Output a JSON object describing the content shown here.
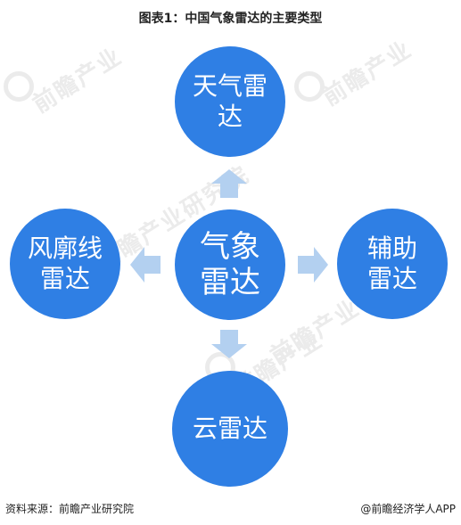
{
  "title": "图表1：中国气象雷达的主要类型",
  "diagram": {
    "center": "气象雷达",
    "top": "天气雷达",
    "left": "风廓线雷达",
    "right": "辅助雷达",
    "bottom": "云雷达"
  },
  "footer": {
    "source": "资料来源：前瞻产业研究院",
    "brand": "@前瞻经济学人APP"
  },
  "colors": {
    "circle": "#2f7fe4",
    "arrow": "#b3d0f0"
  }
}
